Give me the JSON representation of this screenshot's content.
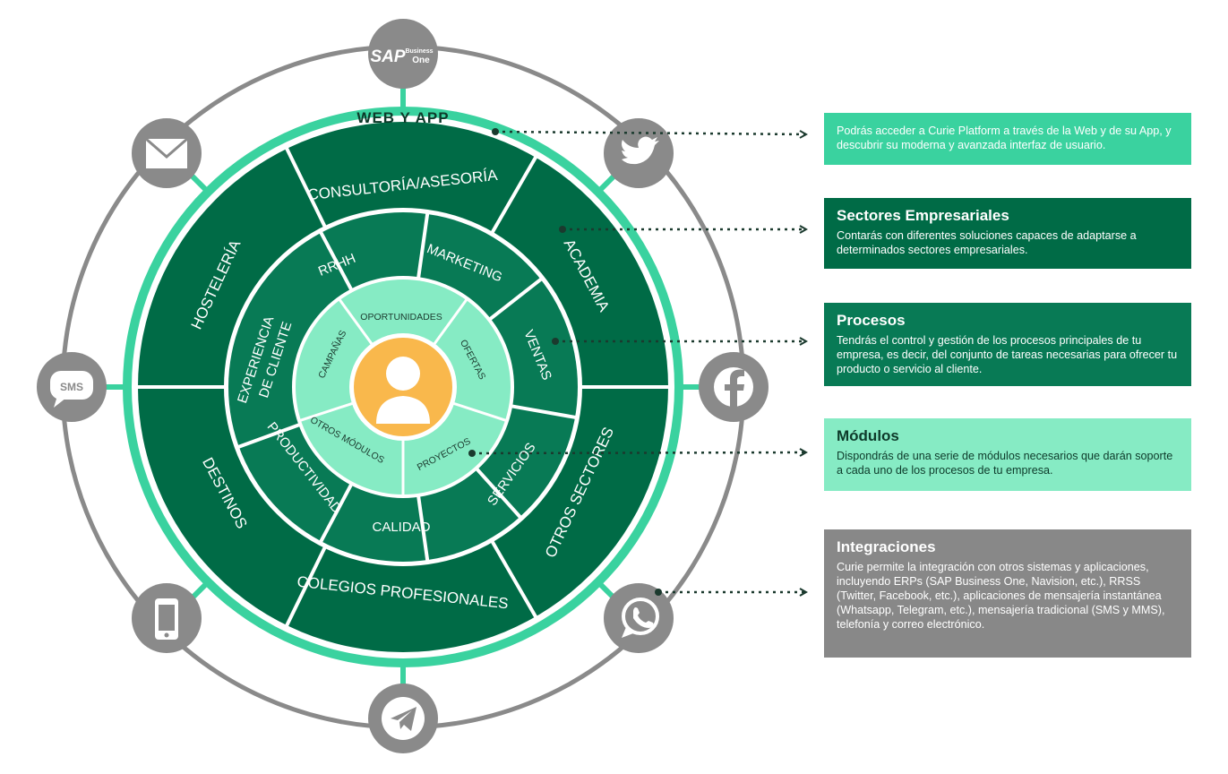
{
  "colors": {
    "outer_ring": "#3ad29f",
    "dark_green": "#006b46",
    "mid_green": "#087a55",
    "light_green": "#86ebc4",
    "center_circle": "#f9b84c",
    "grey": "#888888",
    "white": "#ffffff"
  },
  "diagram": {
    "outer_ring_label": "WEB Y APP",
    "sectors": [
      "CONSULTORÍA/ASESORÍA",
      "ACADEMIA",
      "OTROS SECTORES",
      "COLEGIOS PROFESIONALES",
      "DESTINOS",
      "HOSTELERÍA"
    ],
    "processes": [
      "RRHH",
      "MARKETING",
      "VENTAS",
      "SERVICIOS",
      "CALIDAD",
      "PRODUCTIVIDAD",
      "EXPERIENCIA",
      "DE CLIENTE"
    ],
    "modules": [
      "OPORTUNIDADES",
      "OFERTAS",
      "PROYECTOS",
      "OTROS MÓDULOS",
      "CAMPAÑAS"
    ],
    "center_icon": "user-avatar-icon",
    "integration_icons": [
      "sap-business-one-icon",
      "twitter-icon",
      "facebook-icon",
      "whatsapp-icon",
      "telegram-icon",
      "phone-icon",
      "sms-icon",
      "email-icon"
    ],
    "sap_logo": "SAP",
    "sap_business": "Business",
    "sap_one": "One",
    "sms_label": "SMS"
  },
  "boxes": {
    "web": {
      "text": "Podrás acceder a Curie Platform a través de la Web y de su App, y descubrir su moderna y avanzada interfaz de usuario."
    },
    "sectores": {
      "title": "Sectores Empresariales",
      "text": "Contarás con diferentes soluciones capaces de adaptarse a determinados sectores empresariales."
    },
    "procesos": {
      "title": "Procesos",
      "text": "Tendrás el control y gestión de los procesos principales de tu empresa, es decir, del conjunto de tareas necesarias para ofrecer tu producto o servicio al cliente."
    },
    "modulos": {
      "title": "Módulos",
      "text": "Dispondrás de una serie de módulos necesarios que darán soporte a cada uno de los procesos de tu empresa."
    },
    "integraciones": {
      "title": "Integraciones",
      "text": "Curie permite la integración con otros sistemas y aplicaciones, incluyendo ERPs (SAP Business One, Navision, etc.), RRSS (Twitter, Facebook, etc.), aplicaciones de mensajería instantánea (Whatsapp, Telegram, etc.), mensajería tradicional (SMS y MMS), telefonía y correo electrónico."
    }
  }
}
